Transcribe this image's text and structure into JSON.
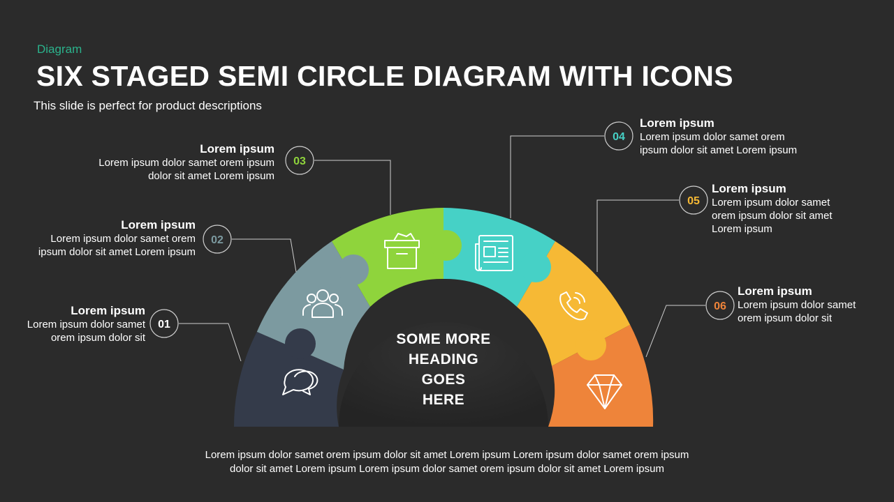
{
  "header": {
    "category": "Diagram",
    "title": "SIX STAGED SEMI CIRCLE DIAGRAM WITH ICONS",
    "subtitle": "This slide is perfect for product descriptions"
  },
  "center": {
    "line1": "SOME MORE",
    "line2": "HEADING",
    "line3": "GOES",
    "line4": "HERE"
  },
  "stages": [
    {
      "number": "01",
      "heading": "Lorem ipsum",
      "text": "Lorem ipsum dolor samet orem ipsum dolor sit",
      "color": "#343b4a",
      "icon": "chat-bubbles-icon"
    },
    {
      "number": "02",
      "heading": "Lorem ipsum",
      "text": "Lorem ipsum dolor samet orem ipsum dolor sit amet Lorem ipsum",
      "color": "#7c9aa0",
      "icon": "people-group-icon"
    },
    {
      "number": "03",
      "heading": "Lorem ipsum",
      "text": "Lorem ipsum dolor samet orem ipsum dolor sit amet Lorem ipsum",
      "color": "#8fd43c",
      "icon": "box-icon"
    },
    {
      "number": "04",
      "heading": "Lorem ipsum",
      "text": "Lorem ipsum dolor samet orem ipsum dolor sit amet Lorem ipsum",
      "color": "#46d1c6",
      "icon": "newspaper-icon"
    },
    {
      "number": "05",
      "heading": "Lorem ipsum",
      "text": "Lorem ipsum dolor samet orem ipsum dolor sit amet Lorem ipsum",
      "color": "#f6b935",
      "icon": "phone-icon"
    },
    {
      "number": "06",
      "heading": "Lorem ipsum",
      "text": "Lorem ipsum dolor samet orem ipsum dolor sit",
      "color": "#ee843a",
      "icon": "diamond-icon"
    }
  ],
  "footer": {
    "line1": "Lorem ipsum dolor samet orem ipsum dolor sit amet Lorem ipsum Lorem ipsum dolor samet orem ipsum",
    "line2": "dolor sit amet Lorem ipsum Lorem ipsum dolor samet orem ipsum dolor sit amet Lorem ipsum"
  },
  "colors": {
    "background": "#2b2b2b",
    "accent": "#2bb38c",
    "number_01": "#ffffff",
    "number_02": "#7c9aa0",
    "number_03": "#8fd43c",
    "number_04": "#46d1c6",
    "number_05": "#f6b935",
    "number_06": "#ee843a"
  }
}
